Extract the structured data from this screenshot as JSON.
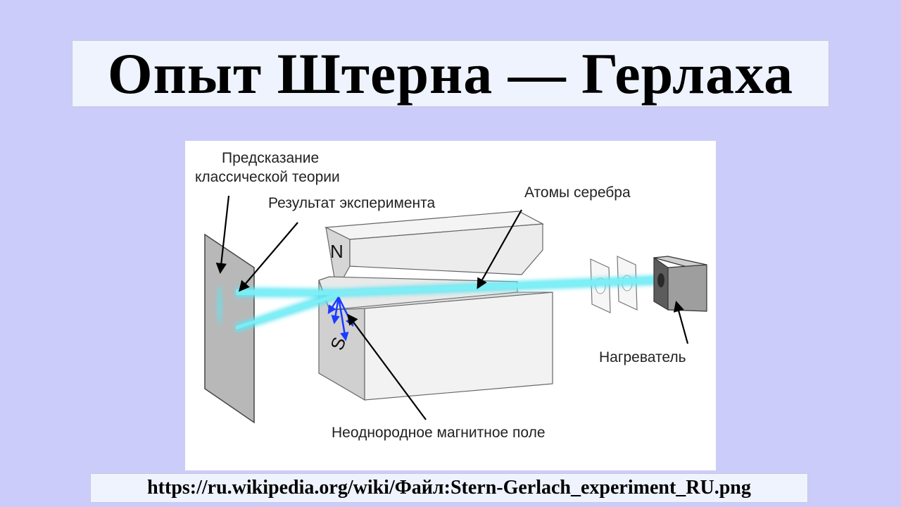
{
  "slide": {
    "title": "Опыт Штерна — Герлаха",
    "source_url": "https://ru.wikipedia.org/wiki/Файл:Stern-Gerlach_experiment_RU.png"
  },
  "diagram": {
    "labels": {
      "classical_prediction_line1": "Предсказание",
      "classical_prediction_line2": "классической теории",
      "experiment_result": "Результат эксперимента",
      "silver_atoms": "Атомы серебра",
      "heater": "Нагреватель",
      "field": "Неоднородное магнитное поле",
      "pole_north": "N",
      "pole_south": "S"
    },
    "colors": {
      "beam": "#5fe6f2",
      "magnet_light": "#f0f0f0",
      "magnet_mid": "#d9d9d9",
      "magnet_dark": "#bdbdbd",
      "screen": "#b8b8b8",
      "heater": "#9e9e9e",
      "moment_arrows": "#1a3cff"
    }
  }
}
